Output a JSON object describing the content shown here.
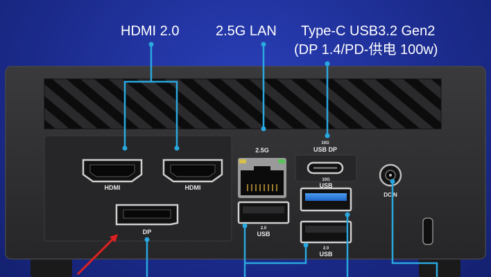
{
  "callouts": {
    "hdmi": "HDMI 2.0",
    "lan": "2.5G LAN",
    "typec_line1": "Type-C USB3.2 Gen2",
    "typec_line2": "(DP 1.4/PD-供电 100w)"
  },
  "port_labels": {
    "hdmi_left": "HDMI",
    "hdmi_right": "HDMI",
    "dp": "DP",
    "lan": "2.5G",
    "usbc_speed": "10G",
    "usbc_name": "USB DP",
    "usb_blue_speed": "10G",
    "usb_blue_name": "USB",
    "usb_left_speed": "2.0",
    "usb_left_name": "USB",
    "usb_bottom_speed": "2.0",
    "usb_bottom_name": "USB",
    "dcin": "DCIN"
  },
  "colors": {
    "background": "#1f2f96",
    "callout_line": "#29a8e0",
    "chassis": "#2b2b2d",
    "usb_blue": "#2e7fe0",
    "arrow": "#e02020"
  },
  "icons": [
    "hdmi-port-icon",
    "displayport-icon",
    "ethernet-port-icon",
    "usb-c-port-icon",
    "usb-a-port-icon",
    "dc-jack-icon",
    "kensington-lock-icon"
  ]
}
